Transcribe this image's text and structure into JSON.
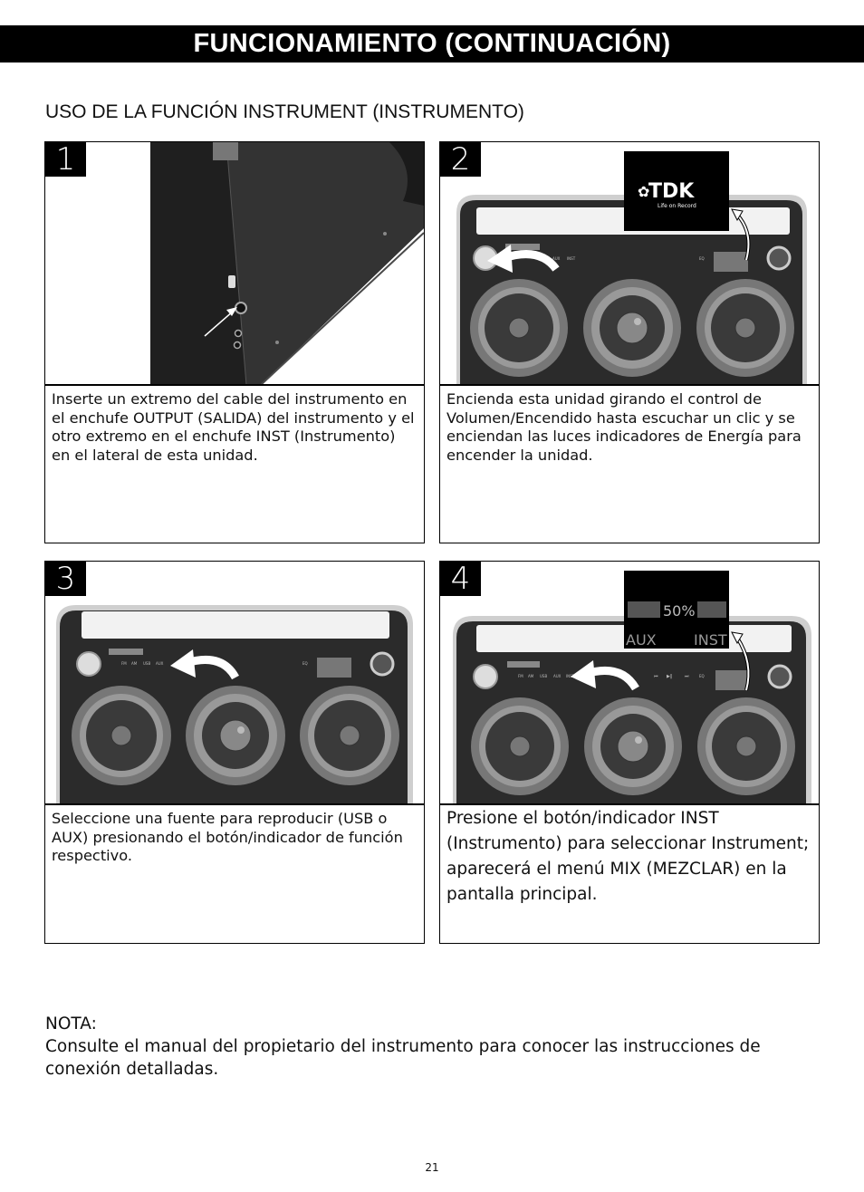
{
  "header": {
    "title": "FUNCIONAMIENTO (CONTINUACIÓN)"
  },
  "section": {
    "heading": "USO DE LA FUNCIÓN INSTRUMENT (INSTRUMENTO)"
  },
  "steps": [
    {
      "number": "1",
      "caption": "Inserte un extremo del cable del instrumento en el enchufe OUTPUT (SALIDA) del instrumento y el otro extremo en el enchufe INST (Instrumento) en el lateral de esta unidad."
    },
    {
      "number": "2",
      "caption": "Encienda esta unidad girando el control de Volumen/Encendido hasta escuchar un clic y se enciendan las luces indicadores de Energía para encender la unidad."
    },
    {
      "number": "3",
      "caption": "Seleccione una fuente para reproducir (USB o AUX) presionando el botón/indicador de función respectivo."
    },
    {
      "number": "4",
      "caption": "Presione el botón/indicador INST (Instrumento) para seleccionar Instrument; aparecerá el menú MIX (MEZCLAR) en la pantalla principal."
    }
  ],
  "display2": {
    "brand": "TDK",
    "tagline": "Life on Record"
  },
  "display4": {
    "percent": "50%",
    "left": "AUX",
    "right": "INST"
  },
  "panel_labels": {
    "p2": [
      "AUX",
      "INST",
      "EQ"
    ],
    "p3": [
      "FM",
      "AM",
      "USB",
      "AUX",
      "EQ"
    ],
    "p4": [
      "FM",
      "AM",
      "USB",
      "AUX",
      "INST",
      "EQ"
    ]
  },
  "note": {
    "label": "NOTA:",
    "text": "Consulte el manual del propietario del instrumento para conocer las instrucciones de conexión detalladas."
  },
  "page_number": "21"
}
